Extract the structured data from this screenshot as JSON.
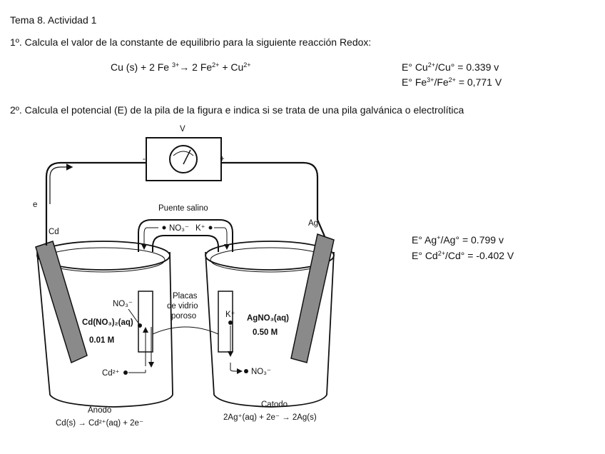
{
  "header": {
    "title": "Tema 8. Actividad 1"
  },
  "q1": {
    "text": "1º. Calcula el valor de la constante de equilibrio para la siguiente reacción Redox:",
    "reaction": {
      "part1": "Cu (s) + 2 Fe",
      "sup1": "3+",
      "part2": "→ 2 Fe",
      "sup2": "2+",
      "part3": "+ Cu",
      "sup3": "2+"
    },
    "potential_cu": {
      "a": "E° Cu",
      "sa": "2+",
      "b": "/Cu° = 0.339 v"
    },
    "potential_fe": {
      "a": "E° Fe",
      "sa": "3+",
      "b": "/Fe",
      "sb": "2+",
      "c": " = 0,771 V"
    }
  },
  "q2": {
    "text": "2º. Calcula el potencial (E) de la pila de la figura e indica si se trata de una pila galvánica o electrolítica",
    "potential_ag": {
      "a": "E° Ag",
      "sa": "+",
      "b": "/Ag° = 0.799 v"
    },
    "potential_cd": {
      "a": "E° Cd",
      "sa": "2+",
      "b": "/Cd° = -0.402 V"
    }
  },
  "figure": {
    "voltmeter": "V",
    "minus": "-",
    "plus": "+",
    "electron": "e",
    "salt_bridge": "Puente salino",
    "bridge_anion": "NO₃⁻",
    "bridge_cation": "K⁺",
    "left_electrode": "Cd",
    "right_electrode": "Ag",
    "left_anion": "NO₃⁻",
    "porous_1": "Placas",
    "porous_2": "de vidrio",
    "porous_3": "poroso",
    "right_cation": "K⁺",
    "left_solution": "Cd(NO₃)₂(aq)",
    "left_conc": "0.01 M",
    "right_solution": "AgNO₃(aq)",
    "right_conc": "0.50 M",
    "left_ion": "Cd²⁺",
    "right_ion": "NO₃⁻",
    "anode_label": "Ánodo",
    "anode_eq": "Cd(s) → Cd²⁺(aq) + 2e⁻",
    "cathode_label": "Catodo",
    "cathode_eq": "2Ag⁺(aq) + 2e⁻ → 2Ag(s)"
  }
}
